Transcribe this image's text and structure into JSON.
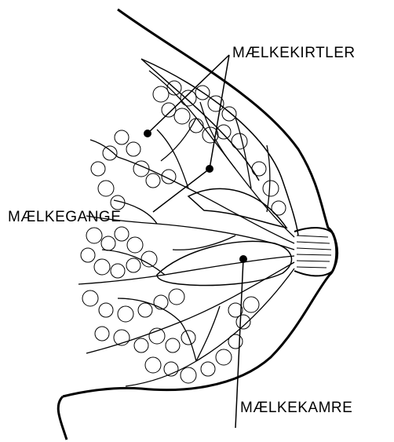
{
  "labels": {
    "milk_glands": "MÆLKEKIRTLER",
    "milk_ducts": "MÆLKEGANGE",
    "milk_chambers": "MÆLKEKAMRE"
  },
  "colors": {
    "ink": "#000000",
    "background": "#ffffff"
  }
}
